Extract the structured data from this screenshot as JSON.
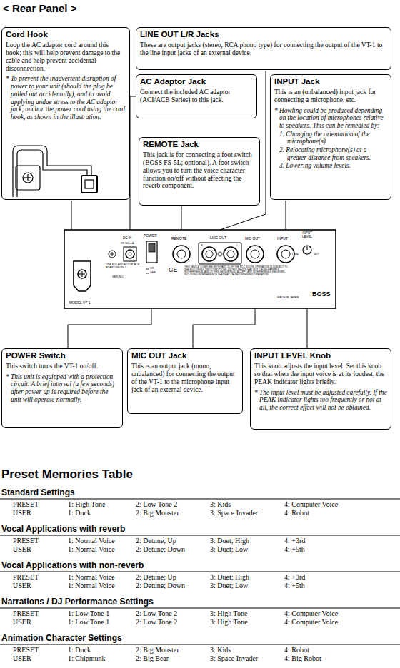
{
  "diagram": {
    "title": "< Rear Panel >",
    "nodes": [
      {
        "text": [
          "Cord Hook",
          "Loop the AC adaptor cord around this hook; this will help prevent damage to the cable and help prevent accidental disconnection.",
          "* To prevent the inadvertent disruption of power to your unit (should the plug be pulled out accidentally), and to avoid applying undue stress to the AC adaptor jack, anchor the power cord using the cord hook, as shown in the illustration."
        ]
      },
      {
        "text": [
          "LINE OUT L/R Jacks",
          "These are output jacks (stereo, RCA phono type) for connecting the output of the VT-1 to the line input jacks of an external device."
        ]
      },
      {
        "text": [
          "AC Adaptor Jack",
          "Connect the included AC adaptor (ACI/ACB Series) to this jack."
        ]
      },
      {
        "text": [
          "INPUT Jack",
          "This is an (unbalanced) input jack for connecting a microphone, etc.",
          "* Howling could be produced depending on the location of microphones relative to speakers. This can be remedied by:",
          "1. Changing the orientation of the microphone(s).",
          "2. Relocating microphone(s) at a greater distance from speakers.",
          "3. Lowering volume levels."
        ]
      },
      {
        "text": [
          "REMOTE Jack",
          "This jack is for connecting a foot switch (BOSS FS-5L; optional). A foot switch allows you to turn the voice character function on/off without affecting the reverb component."
        ]
      },
      {
        "text": [
          "POWER Switch",
          "This switch turns the VT-1 on/off.",
          "* This unit is equipped with a protection circuit. A brief interval (a few seconds) after power up is required before the unit will operate normally."
        ]
      },
      {
        "text": [
          "MIC OUT Jack",
          "This is an output jack (mono, unbalanced) for connecting the output of the VT-1 to the microphone input jack of an external device."
        ]
      },
      {
        "text": [
          "INPUT LEVEL Knob",
          "This knob adjusts the input level. Set this knob so that when the input voice is at its loudest, the PEAK indicator lights briefly.",
          "* The input level must be adjusted carefully. If the PEAK indicator lights too frequently or not at all, the correct effect will not be obtained."
        ]
      }
    ],
    "labels": [
      "MODEL VT-1",
      "DC IN",
      "9V 300mA",
      "USE ROLAND ACI OR ACB ADAPTOR ONLY",
      "SER.NO.",
      "POWER",
      "ON",
      "OFF",
      "REMOTE",
      "LINE OUT",
      "R",
      "L",
      "MIC OUT",
      "INPUT",
      "INPUT LEVEL",
      "LINE",
      "MIC",
      "CE",
      "THIS DEVICE COMPLIES WITH PART 15 OF THE FCC RULES. OPERATION IS SUBJECT TO THE FOLLOWING TWO CONDITIONS: (1) THIS DEVICE MAY NOT CAUSE HARMFUL INTERFERENCE, AND (2) THIS DEVICE MUST ACCEPT ANY INTERFERENCE RECEIVED, INCLUDING INTERFERENCE THAT MAY CAUSE UNDESIRED OPERATION.",
      "MADE IN JAPAN",
      "BOSS",
      "Preset Memories Table",
      "Standard Settings",
      "PRESET",
      "1: High Tone",
      "2: Low Tone 2",
      "3: Kids",
      "4: Computer Voice",
      "USER",
      "1: Duck",
      "2: Big Monster",
      "3: Space Invader",
      "4: Robot",
      "Vocal Applications with reverb",
      "PRESET",
      "1: Normal Voice",
      "2: Detune; Up",
      "3: Duet; High",
      "4: +3rd",
      "USER",
      "1: Normal Voice",
      "2: Detune; Down",
      "3: Duet; Low",
      "4: +5th",
      "Vocal Applications with non-reverb",
      "PRESET",
      "1: Normal Voice",
      "2: Detune; Up",
      "3: Duet; High",
      "4: +3rd",
      "USER",
      "1: Normal Voice",
      "2: Detune; Down",
      "3: Duet; Low",
      "4: +5th",
      "Narrations / DJ Performance Settings",
      "PRESET",
      "1: Low Tone 1",
      "2: Low Tone 2",
      "3: High Tone",
      "4: Computer Voice",
      "USER",
      "1: Low Tone 1",
      "2: Low Tone 2",
      "3: High Tone",
      "4: Computer Voice",
      "Animation Character Settings",
      "PRESET",
      "1: Duck",
      "2: Big Monster",
      "3: Kids",
      "4: Robot",
      "USER",
      "1: Chipmunk",
      "2: Big Bear",
      "3: Space Invader",
      "4: Big Robot"
    ]
  }
}
